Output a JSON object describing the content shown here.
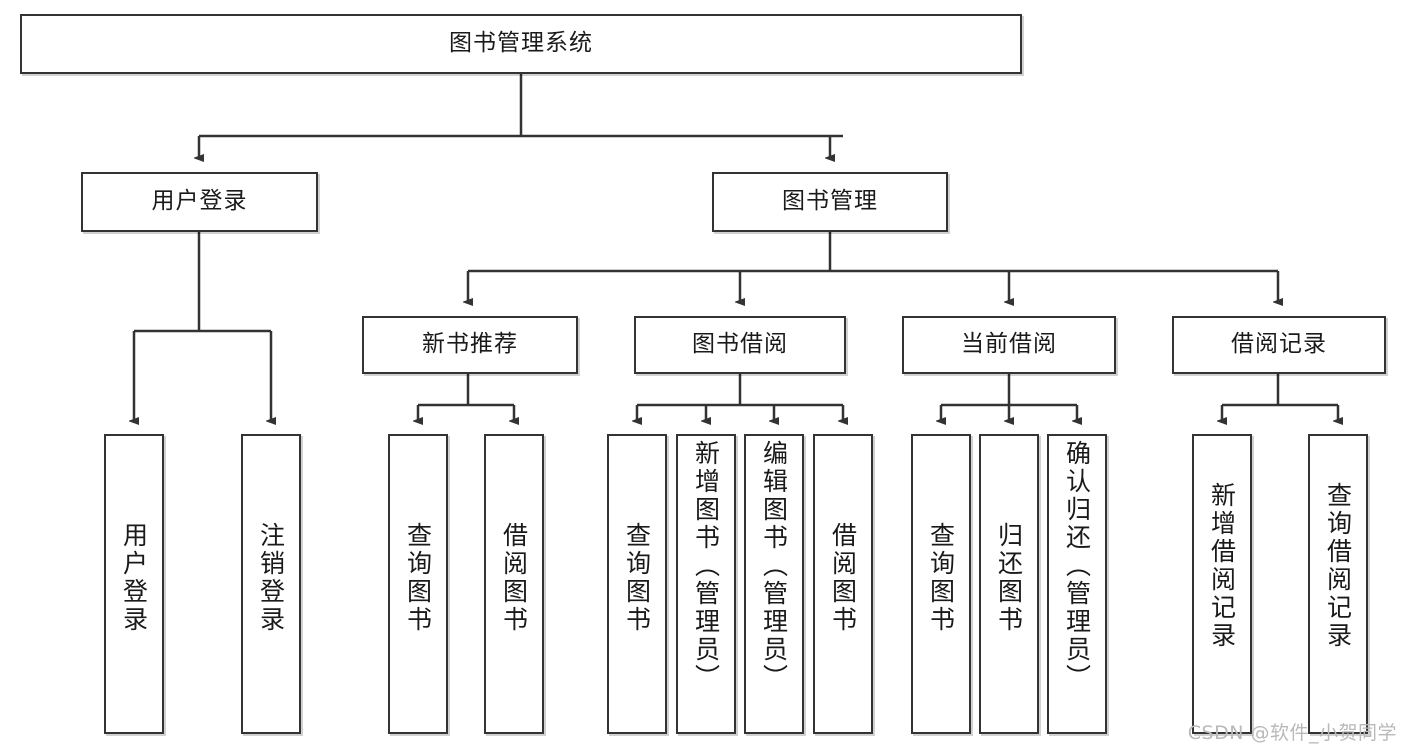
{
  "diagram": {
    "title": "图书管理系统",
    "type": "hierarchy-tree",
    "watermark": "CSDN @软件_小贺同学",
    "colors": {
      "box_border": "#333333",
      "box_fill": "#ffffff",
      "edge": "#333333",
      "text": "#1a1a1a",
      "watermark": "#b9b9b9"
    },
    "nodes": {
      "root": {
        "label": "图书管理系统",
        "level": 1
      },
      "l2": [
        {
          "id": "user-login",
          "label": "用户登录",
          "level": 2
        },
        {
          "id": "book-manage",
          "label": "图书管理",
          "level": 2
        }
      ],
      "l3": [
        {
          "id": "new-book-recommend",
          "label": "新书推荐",
          "level": 3
        },
        {
          "id": "book-borrow",
          "label": "图书借阅",
          "level": 3
        },
        {
          "id": "current-borrow",
          "label": "当前借阅",
          "level": 3
        },
        {
          "id": "borrow-record",
          "label": "借阅记录",
          "level": 3
        }
      ],
      "leaves": {
        "user-login": [
          {
            "id": "leaf-user-login",
            "label": "用户登录"
          },
          {
            "id": "leaf-user-logout",
            "label": "注销登录"
          }
        ],
        "new-book-recommend": [
          {
            "id": "leaf-query-book-1",
            "label": "查询图书"
          },
          {
            "id": "leaf-borrow-book-1",
            "label": "借阅图书"
          }
        ],
        "book-borrow": [
          {
            "id": "leaf-query-book-2",
            "label": "查询图书"
          },
          {
            "id": "leaf-add-book",
            "label": "新增图书（管理员）"
          },
          {
            "id": "leaf-edit-book",
            "label": "编辑图书（管理员）"
          },
          {
            "id": "leaf-borrow-book-2",
            "label": "借阅图书"
          }
        ],
        "current-borrow": [
          {
            "id": "leaf-query-book-3",
            "label": "查询图书"
          },
          {
            "id": "leaf-return-book",
            "label": "归还图书"
          },
          {
            "id": "leaf-confirm-return",
            "label": "确认归还（管理员）"
          }
        ],
        "borrow-record": [
          {
            "id": "leaf-add-record",
            "label": "新增借阅记录"
          },
          {
            "id": "leaf-query-record",
            "label": "查询借阅记录"
          }
        ]
      }
    }
  }
}
